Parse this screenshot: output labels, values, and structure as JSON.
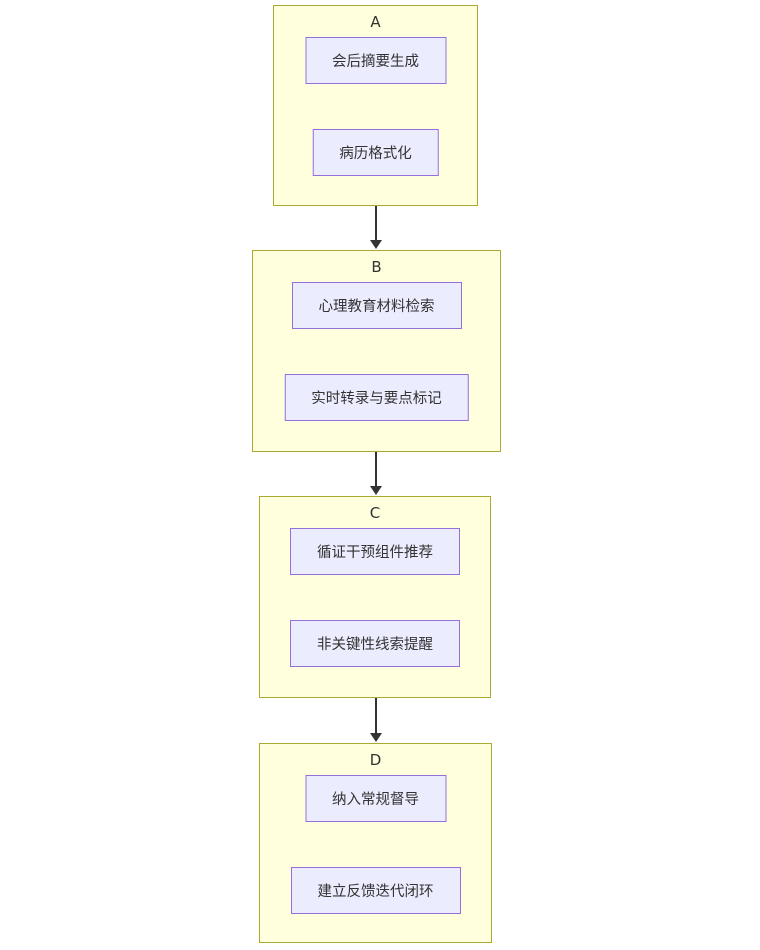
{
  "diagram": {
    "type": "flowchart",
    "direction": "top-to-bottom",
    "colors": {
      "canvas-bg": "#ffffff",
      "cluster-fill": "#ffffde",
      "cluster-stroke": "#aaaa33",
      "node-fill": "#ececff",
      "node-stroke": "#9370db",
      "edge-color": "#333333",
      "text-color": "#333333"
    },
    "groups": [
      {
        "label": "A",
        "nodes": [
          "会后摘要生成",
          "病历格式化"
        ]
      },
      {
        "label": "B",
        "nodes": [
          "心理教育材料检索",
          "实时转录与要点标记"
        ]
      },
      {
        "label": "C",
        "nodes": [
          "循证干预组件推荐",
          "非关键性线索提醒"
        ]
      },
      {
        "label": "D",
        "nodes": [
          "纳入常规督导",
          "建立反馈迭代闭环"
        ]
      }
    ],
    "edges": [
      {
        "from": "A",
        "to": "B"
      },
      {
        "from": "B",
        "to": "C"
      },
      {
        "from": "C",
        "to": "D"
      }
    ]
  }
}
